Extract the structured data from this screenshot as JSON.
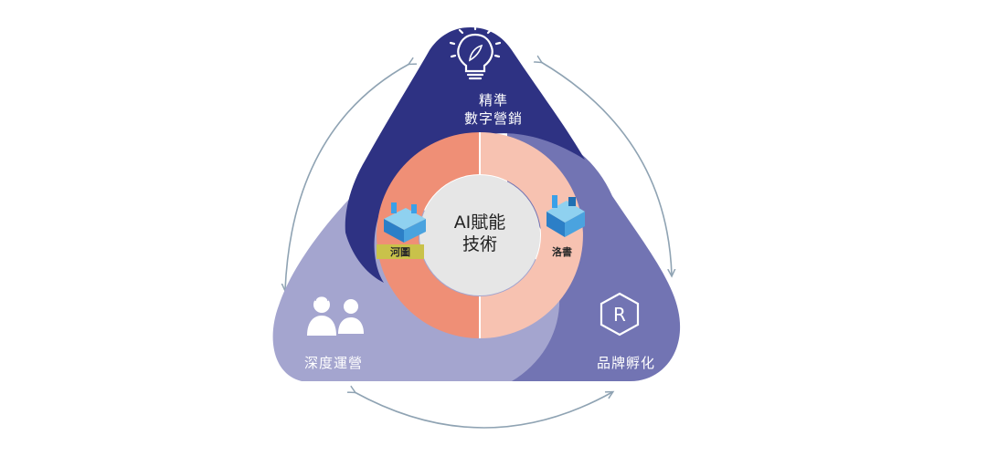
{
  "top_label_line1": "精準",
  "top_label_line2": "數字營銷",
  "left_label": "深度運營",
  "right_label": "品牌孵化",
  "center_line1": "AI賦能",
  "center_line2": "技術",
  "left_tag": "河圖",
  "right_tag": "洛書",
  "right_logo_letter": "R",
  "colors": {
    "top_lobe": "#2e3283",
    "left_lobe": "#a4a5cf",
    "right_lobe": "#7274b3",
    "ring_left": "#ef8f76",
    "ring_right": "#f7c2b1",
    "center_disc": "#e6e6e6",
    "arrows": "#8fa3b3"
  },
  "icons": [
    "lightbulb-icon",
    "people-icon",
    "hexagon-r-icon",
    "isometric-building-icon"
  ]
}
